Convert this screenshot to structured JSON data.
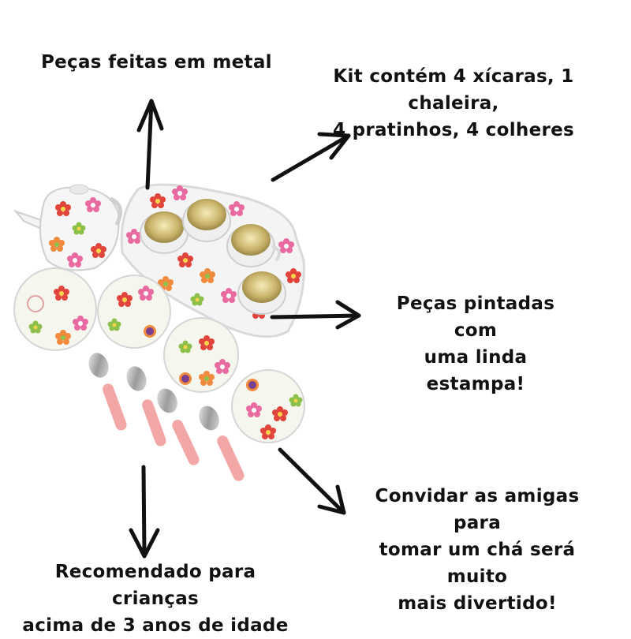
{
  "captions": {
    "metal": "Peças feitas em metal",
    "kit": [
      "Kit contém 4 xícaras, 1 chaleira,",
      "4 pratinhos, 4 colheres"
    ],
    "print": [
      "Peças pintadas com",
      "uma linda estampa!"
    ],
    "friends": [
      "Convidar as amigas para",
      "tomar um chá será muito",
      "mais divertido!"
    ],
    "age": [
      "Recomendado para crianças",
      "acima de 3 anos de idade"
    ]
  },
  "colors": {
    "text": "#111111",
    "arrow": "#111111",
    "flower_red": "#e0443a",
    "flower_orange": "#f08a3c",
    "flower_pink": "#e86aa0",
    "flower_green": "#8cc04a",
    "gold": "#c9b36a",
    "spoon_handle": "#f3a6a6"
  },
  "icons": [
    "teapot",
    "tray",
    "cup",
    "plate",
    "spoon",
    "arrow"
  ]
}
